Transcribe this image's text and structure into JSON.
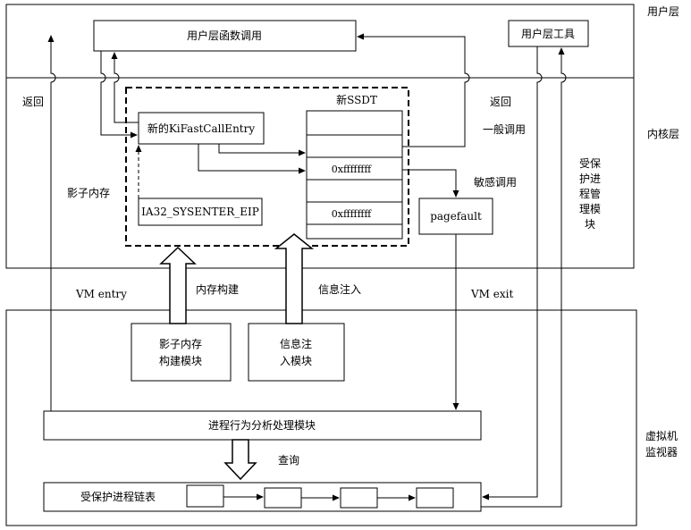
{
  "layers": {
    "user": "用户层",
    "kernel": "内核层",
    "vmm_line1": "虚拟机",
    "vmm_line2": "监视器"
  },
  "boxes": {
    "user_func_call": "用户层函数调用",
    "user_tool": "用户层工具",
    "new_ssdt": "新SSDT",
    "new_kifastcallentry": "新的KiFastCallEntry",
    "ia32_sysenter_eip": "IA32_SYSENTER_EIP",
    "ssdt_entry_1": "0xffffffff",
    "ssdt_entry_2": "0xffffffff",
    "pagefault": "pagefault",
    "shadow_mem_module_line1": "影子内存",
    "shadow_mem_module_line2": "构建模块",
    "info_inject_module_line1": "信息注",
    "info_inject_module_line2": "入模块",
    "process_analysis": "进程行为分析处理模块",
    "protected_list": "受保护进程链表"
  },
  "labels": {
    "return_left": "返回",
    "return_right": "返回",
    "normal_call": "一般调用",
    "sensitive_call": "敏感调用",
    "shadow_memory": "影子内存",
    "protected_mgmt": [
      "受保",
      "护进",
      "程管",
      "理模",
      "块"
    ],
    "vm_entry": "VM entry",
    "memory_build": "内存构建",
    "info_inject": "信息注入",
    "vm_exit": "VM exit",
    "query": "查询"
  }
}
